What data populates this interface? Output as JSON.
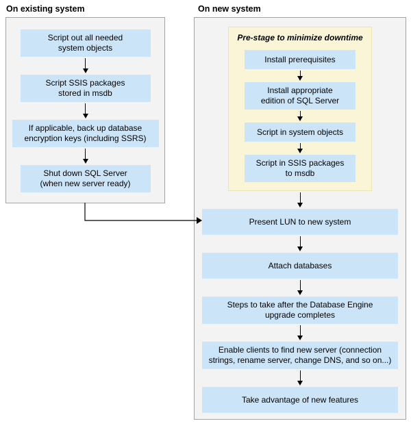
{
  "left_panel": {
    "title": "On existing system",
    "steps": [
      "Script out all needed\nsystem objects",
      "Script SSIS packages\nstored in msdb",
      "If applicable, back up database\nencryption keys (including SSRS)",
      "Shut down SQL Server\n(when new server ready)"
    ]
  },
  "right_panel": {
    "title": "On new system",
    "prestage": {
      "title": "Pre-stage to minimize downtime",
      "steps": [
        "Install prerequisites",
        "Install appropriate\nedition of SQL Server",
        "Script in system objects",
        "Script in SSIS packages\nto msdb"
      ]
    },
    "steps": [
      "Present LUN to new system",
      "Attach databases",
      "Steps to take after the Database Engine\nupgrade completes",
      "Enable clients to find new server (connection\nstrings, rename server, change DNS, and so on...)",
      "Take advantage of new features"
    ]
  },
  "colors": {
    "step_box_blue": "#cce4f8",
    "prestage_yellow": "#fbf5d8",
    "panel_gray": "#f3f3f3",
    "panel_border_gray": "#a3a3a3",
    "arrow_black": "#000000"
  }
}
